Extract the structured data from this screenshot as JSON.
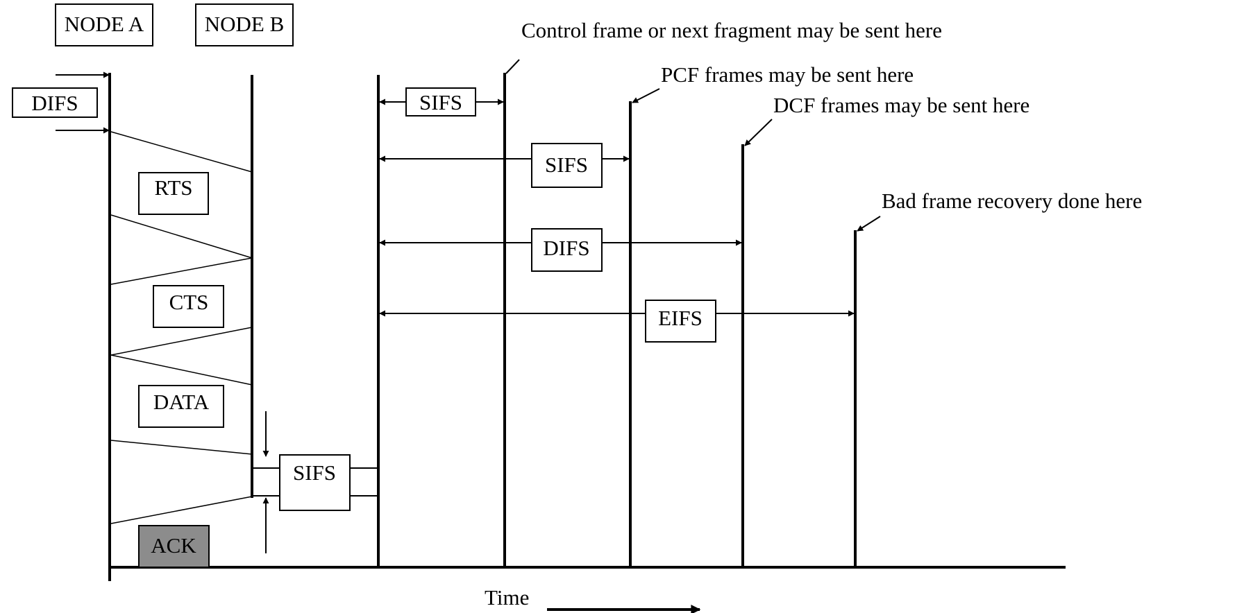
{
  "diagram": {
    "nodes": {
      "a": "NODE A",
      "b": "NODE B"
    },
    "frames": {
      "rts": "RTS",
      "cts": "CTS",
      "data": "DATA",
      "ack": "ACK"
    },
    "intervals": {
      "difs_left": "DIFS",
      "sifs_bottom": "SIFS",
      "sifs_1": "SIFS",
      "sifs_2": "SIFS",
      "difs": "DIFS",
      "eifs": "EIFS"
    },
    "annotations": {
      "control": "Control frame or next fragment may be sent here",
      "pcf": "PCF frames may be sent here",
      "dcf": "DCF frames may be sent here",
      "bad": "Bad frame recovery done here"
    },
    "time_label": "Time",
    "colors": {
      "line": "#000000",
      "ack_fill": "#8c8c8c",
      "background": "#ffffff"
    }
  }
}
